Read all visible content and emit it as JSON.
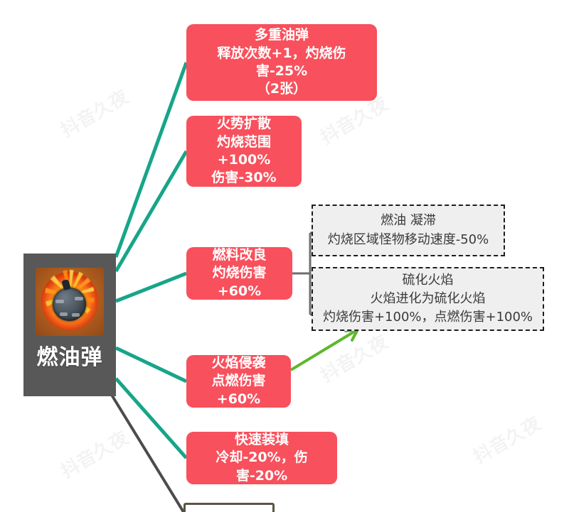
{
  "root": {
    "label": "燃油弹",
    "icon": "fuel-bomb-icon"
  },
  "cards": [
    {
      "id": "multi-oil-bomb",
      "title": "多重油弹",
      "lines": [
        "释放次数+1，灼烧伤害-25%",
        "（2张）"
      ]
    },
    {
      "id": "fire-spread",
      "title": "火势扩散",
      "lines": [
        "灼烧范围+100%",
        "伤害-30%"
      ]
    },
    {
      "id": "fuel-improvement",
      "title": "燃料改良",
      "lines": [
        "灼烧伤害+60%"
      ]
    },
    {
      "id": "flame-assault",
      "title": "火焰侵袭",
      "lines": [
        "点燃伤害+60%"
      ]
    },
    {
      "id": "quick-reload",
      "title": "快速装填",
      "lines": [
        "冷却-20%，伤害-20%"
      ]
    }
  ],
  "evolutions": [
    {
      "id": "fuel-stagnation",
      "title": "燃油 凝滞",
      "lines": [
        "灼烧区域怪物移动速度-50%"
      ]
    },
    {
      "id": "sulfide-flame",
      "title": "硫化火焰",
      "lines": [
        "火焰进化为硫化火焰",
        "灼烧伤害+100%，点燃伤害+100%"
      ]
    }
  ],
  "watermark": {
    "text": "抖音久夜"
  },
  "colors": {
    "card_red": "#f8505c",
    "edge_teal": "#17a589",
    "edge_green": "#5cb82c",
    "edge_gray": "#4c4c4c",
    "bracket_gray": "#6d6d6d",
    "node_gray": "#585858",
    "dashed_fill": "#efefef"
  }
}
